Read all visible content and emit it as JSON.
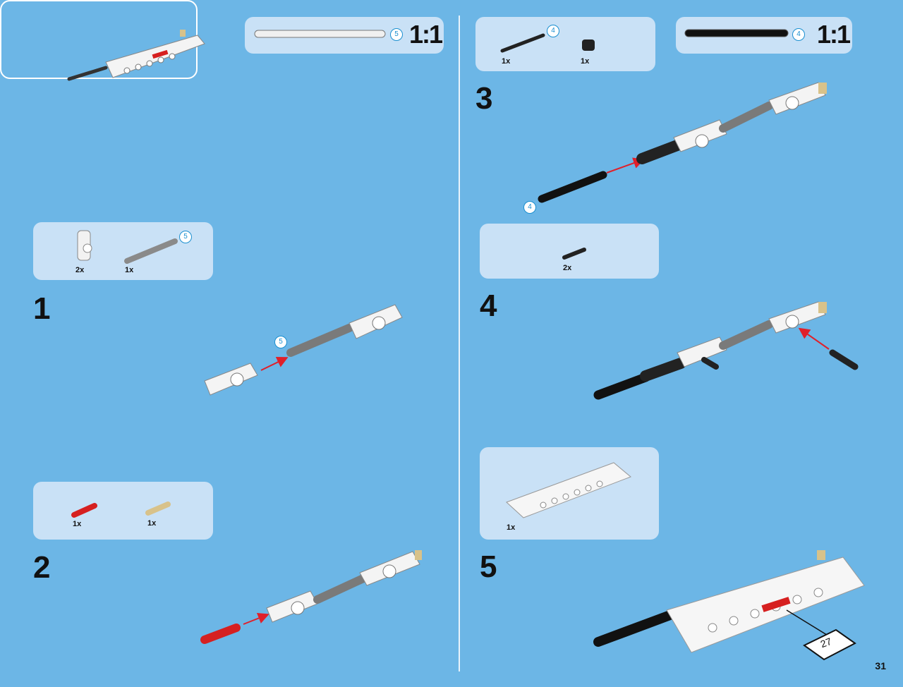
{
  "page": {
    "number": "31"
  },
  "steps": [
    {
      "number": "1",
      "parts": [
        {
          "qty": "2x",
          "part": "connector-piece"
        },
        {
          "qty": "1x",
          "part": "axle-gray",
          "length": "5"
        }
      ],
      "callout_length": "5"
    },
    {
      "number": "2",
      "parts": [
        {
          "qty": "1x",
          "part": "axle-red"
        },
        {
          "qty": "1x",
          "part": "axle-tan"
        }
      ]
    },
    {
      "number": "3",
      "callout_length": "4"
    },
    {
      "number": "4",
      "parts": [
        {
          "qty": "2x",
          "part": "pin-black"
        }
      ]
    },
    {
      "number": "5",
      "parts": [
        {
          "qty": "1x",
          "part": "white-beam-panel"
        }
      ],
      "sub_ref": "27"
    }
  ],
  "left_gauge": {
    "length": "5",
    "scale": "1:1"
  },
  "right_parts": [
    {
      "qty": "1x",
      "part": "axle-black",
      "length": "4"
    },
    {
      "qty": "1x",
      "part": "bush-black"
    }
  ],
  "right_gauge": {
    "length": "4",
    "scale": "1:1"
  },
  "colors": {
    "background": "#6cb6e6",
    "panel": "#c9e1f6",
    "arrow": "#e0202a",
    "callout_ring": "#1a8fd0"
  }
}
